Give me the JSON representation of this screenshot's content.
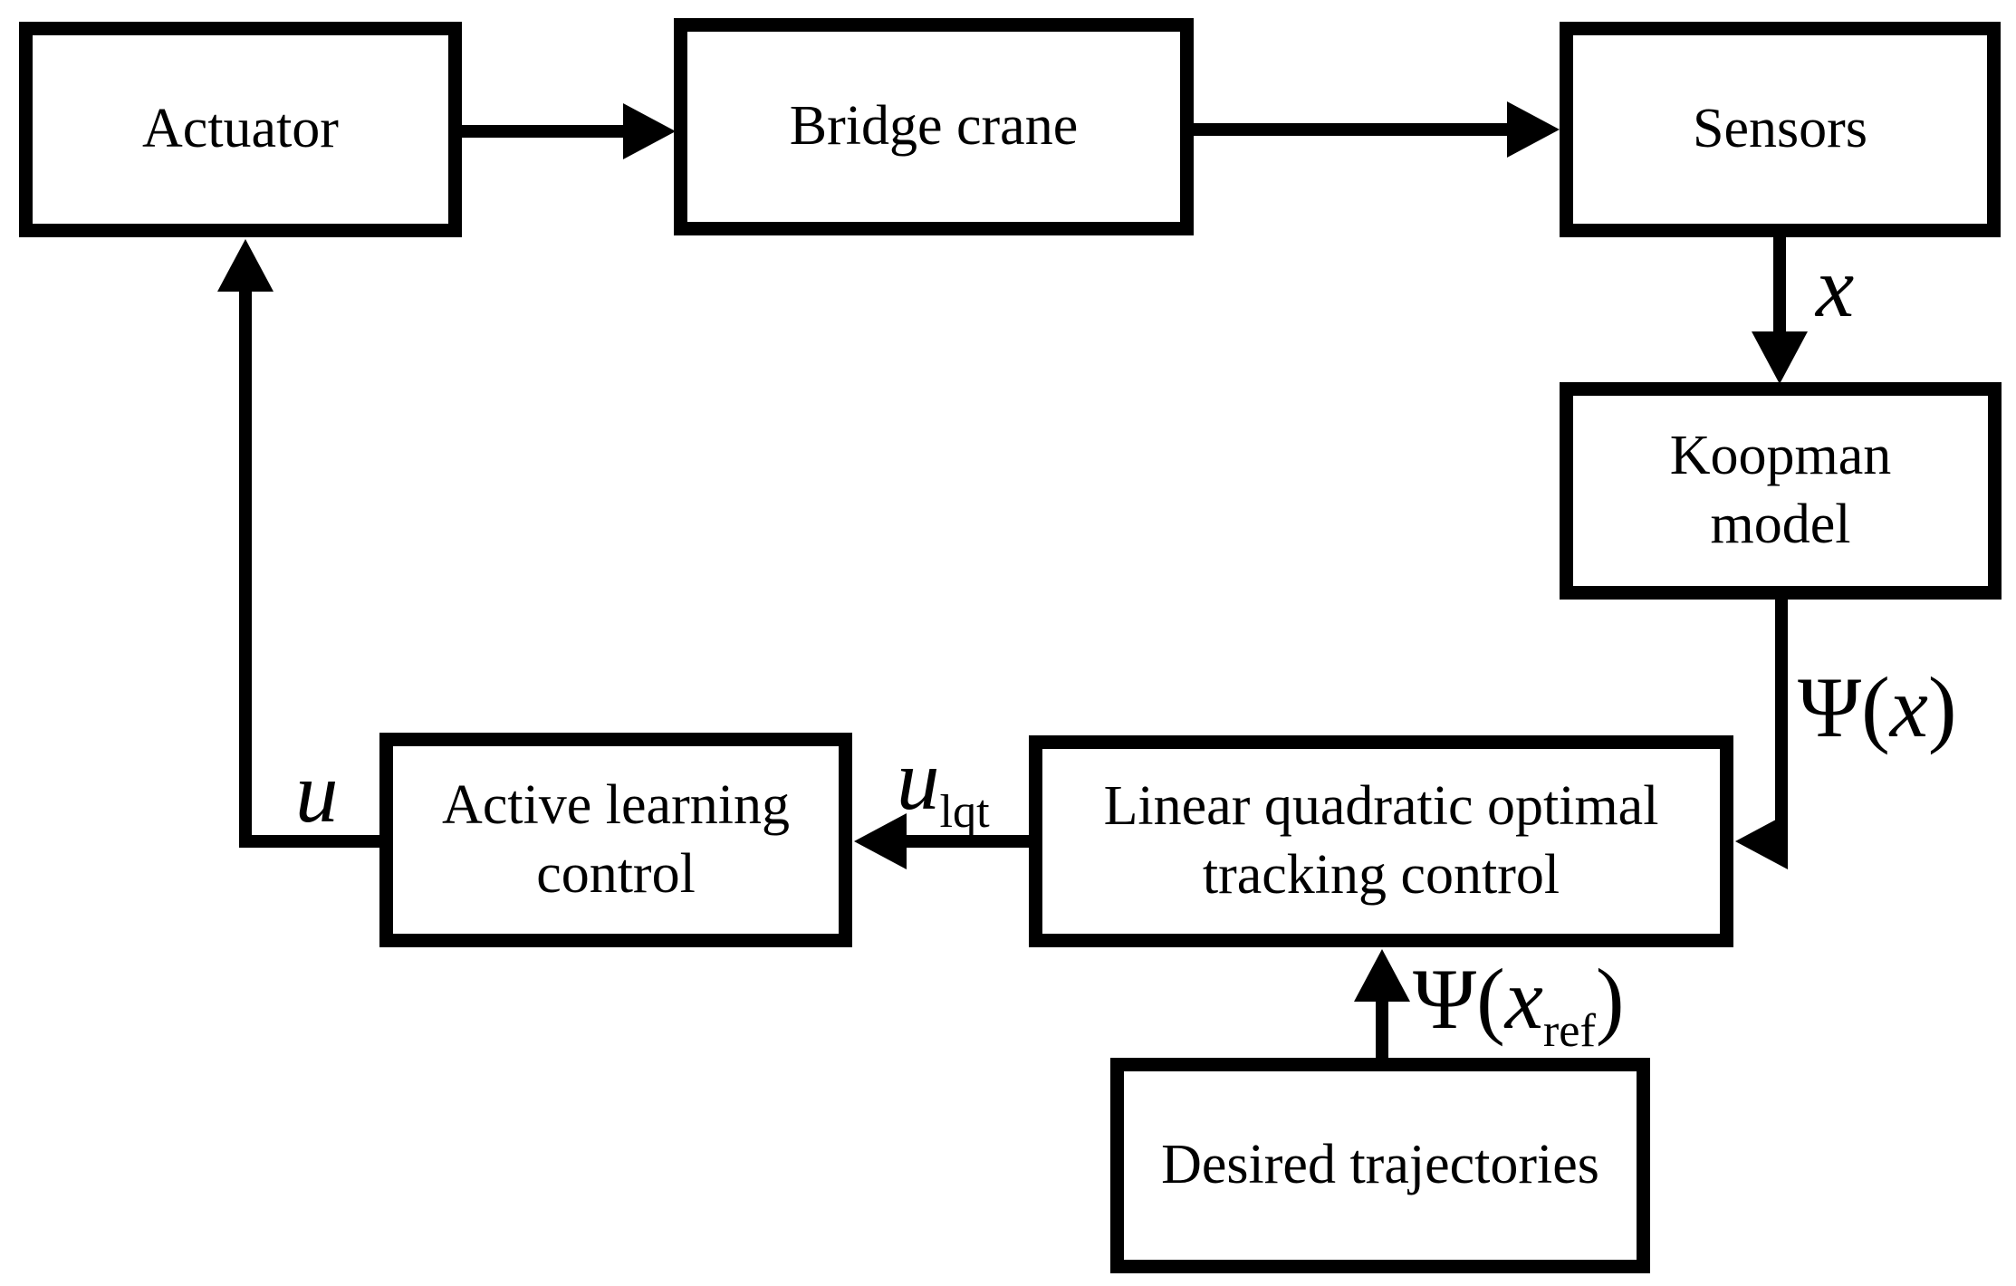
{
  "diagram": {
    "colors": {
      "ink": "#000000",
      "background": "#ffffff"
    },
    "boxes": {
      "actuator": {
        "label": "Actuator"
      },
      "bridge_crane": {
        "label": "Bridge crane"
      },
      "sensors": {
        "label": "Sensors"
      },
      "koopman": {
        "line1": "Koopman",
        "line2": "model"
      },
      "lqt": {
        "line1": "Linear quadratic optimal",
        "line2": "tracking control"
      },
      "alc": {
        "line1": "Active learning",
        "line2": "control"
      },
      "desired": {
        "label": "Desired trajectories"
      }
    },
    "signals": {
      "x": {
        "var": "x"
      },
      "psi_x": {
        "func": "Ψ",
        "open": "(",
        "var": "x",
        "close": ")"
      },
      "u_lqt": {
        "var": "u",
        "sub": "lqt"
      },
      "u": {
        "var": "u"
      },
      "psi_x_ref": {
        "func": "Ψ",
        "open": "(",
        "var": "x",
        "sub": "ref",
        "close": ")"
      }
    }
  }
}
